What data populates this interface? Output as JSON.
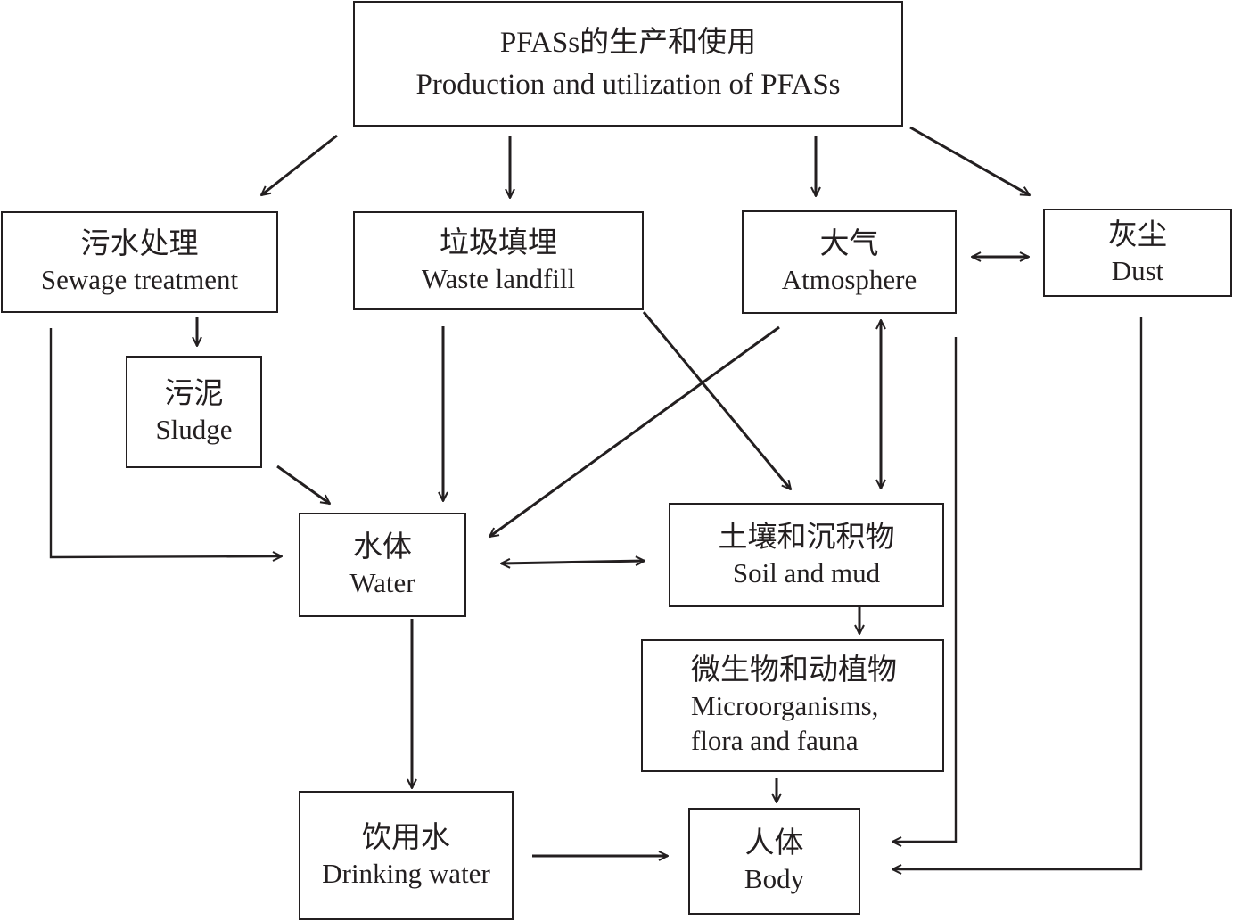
{
  "nodes": {
    "production": {
      "zh": "PFASs的生产和使用",
      "en": "Production and utilization of PFASs"
    },
    "sewage": {
      "zh": "污水处理",
      "en": "Sewage treatment"
    },
    "landfill": {
      "zh": "垃圾填埋",
      "en": "Waste landfill"
    },
    "atmosphere": {
      "zh": "大气",
      "en": "Atmosphere"
    },
    "dust": {
      "zh": "灰尘",
      "en": "Dust"
    },
    "sludge": {
      "zh": "污泥",
      "en": "Sludge"
    },
    "water": {
      "zh": "水体",
      "en": "Water"
    },
    "soil": {
      "zh": "土壤和沉积物",
      "en": "Soil and mud"
    },
    "biota": {
      "zh": "微生物和动植物",
      "en1": "Microorganisms,",
      "en2": "flora and fauna"
    },
    "drinking": {
      "zh": "饮用水",
      "en": "Drinking water"
    },
    "body": {
      "zh": "人体",
      "en": "Body"
    }
  },
  "edges": [
    {
      "from": "production",
      "to": "sewage"
    },
    {
      "from": "production",
      "to": "landfill"
    },
    {
      "from": "production",
      "to": "atmosphere"
    },
    {
      "from": "production",
      "to": "dust"
    },
    {
      "from": "atmosphere",
      "to": "dust",
      "bidirectional": true
    },
    {
      "from": "sewage",
      "to": "sludge"
    },
    {
      "from": "sewage",
      "to": "water"
    },
    {
      "from": "sludge",
      "to": "water"
    },
    {
      "from": "landfill",
      "to": "water"
    },
    {
      "from": "landfill",
      "to": "soil"
    },
    {
      "from": "atmosphere",
      "to": "water"
    },
    {
      "from": "atmosphere",
      "to": "soil",
      "bidirectional": true
    },
    {
      "from": "water",
      "to": "soil",
      "bidirectional": true
    },
    {
      "from": "soil",
      "to": "biota"
    },
    {
      "from": "biota",
      "to": "body"
    },
    {
      "from": "water",
      "to": "drinking"
    },
    {
      "from": "drinking",
      "to": "body"
    },
    {
      "from": "atmosphere",
      "to": "body"
    },
    {
      "from": "dust",
      "to": "body"
    }
  ],
  "colors": {
    "stroke": "#231f20",
    "background": "#ffffff"
  }
}
